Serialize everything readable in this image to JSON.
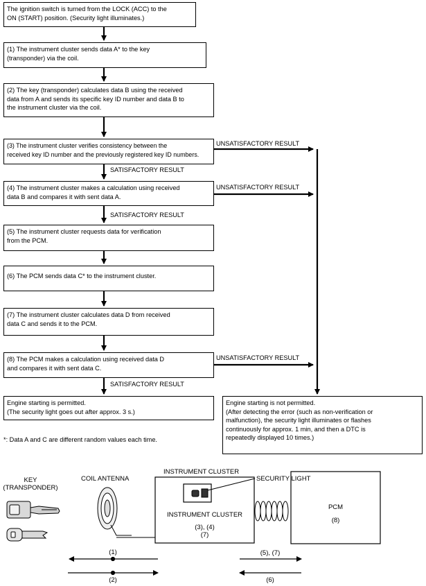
{
  "flow": {
    "start": [
      "The ignition switch is turned from the LOCK (ACC) to the",
      "ON (START) position. (Security light illuminates.)"
    ],
    "s1": [
      "(1) The instrument cluster sends data A* to the key",
      "(transponder) via the coil."
    ],
    "s2": [
      "(2) The key (transponder) calculates data B using the received",
      "data from A and sends its specific key ID number and data B to",
      "the instrument cluster via the coil."
    ],
    "s3": [
      "(3) The instrument cluster verifies consistency between the",
      "received key ID number and the previously registered key ID numbers."
    ],
    "s4": [
      "(4) The instrument cluster makes a calculation using received",
      "data B and compares it with sent data A."
    ],
    "s5": [
      "(5) The instrument cluster requests data for verification",
      "from the PCM."
    ],
    "s6": [
      "(6) The PCM sends data C* to the instrument cluster."
    ],
    "s7": [
      "(7) The instrument cluster calculates data D from received",
      "data C and sends it to the PCM."
    ],
    "s8": [
      "(8) The PCM makes a calculation using received data D",
      "and compares it with sent data C."
    ],
    "ok": [
      "Engine starting is permitted.",
      "(The security light goes out after approx. 3 s.)"
    ],
    "ng": [
      "Engine starting is not permitted.",
      "(After detecting the error (such as non-verification or",
      "malfunction), the security light illuminates or flashes",
      "continuously for approx. 1 min, and then a DTC is",
      "repeatedly displayed 10 times.)"
    ],
    "unsatisfactory": "UNSATISFACTORY RESULT",
    "satisfactory": "SATISFACTORY RESULT",
    "footnote": "*: Data A and C are different random values each time."
  },
  "components": {
    "key_label": [
      "KEY",
      "(TRANSPONDER)"
    ],
    "coil_label": "COIL ANTENNA",
    "cluster_top_label": "INSTRUMENT CLUSTER",
    "security_light_label": "SECURITY LIGHT",
    "cluster_inner_label": "INSTRUMENT CLUSTER",
    "cluster_steps": [
      "(3), (4)",
      "(7)"
    ],
    "pcm_label": "PCM",
    "pcm_step": "(8)",
    "arrow_1": "(1)",
    "arrow_2": "(2)",
    "arrow_57": "(5), (7)",
    "arrow_6": "(6)"
  }
}
